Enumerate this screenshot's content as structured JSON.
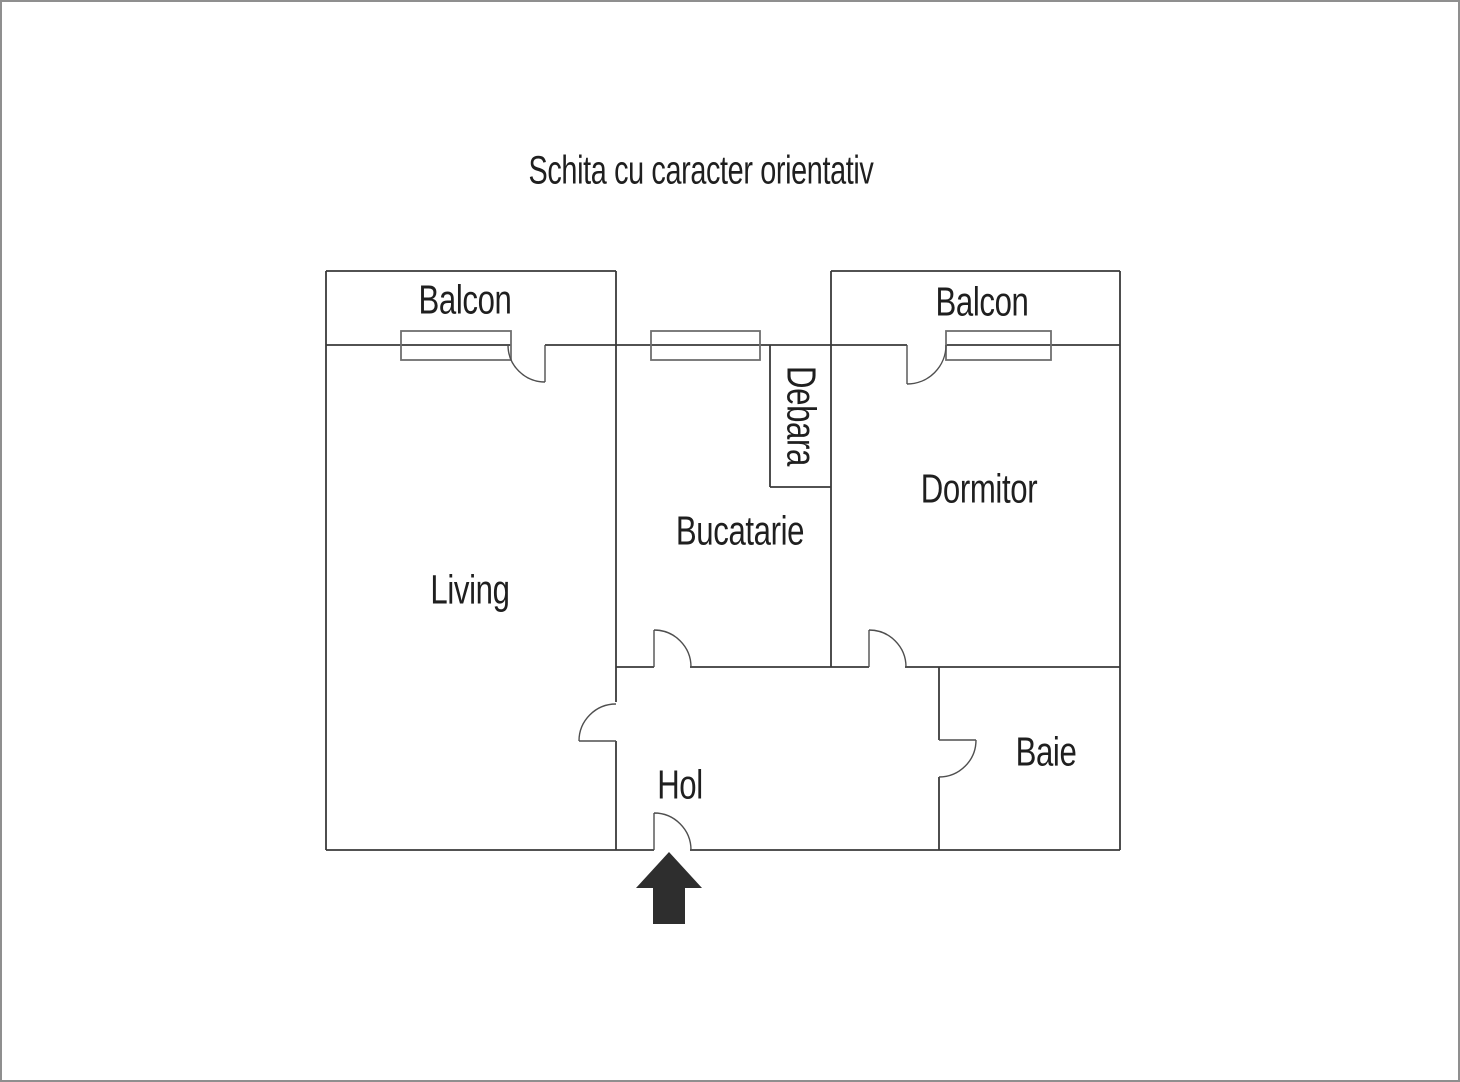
{
  "title": "Schita cu caracter orientativ",
  "floorplan": {
    "rooms": [
      {
        "name": "balcon-left",
        "label": "Balcon"
      },
      {
        "name": "balcon-right",
        "label": "Balcon"
      },
      {
        "name": "living",
        "label": "Living"
      },
      {
        "name": "bucatarie",
        "label": "Bucatarie"
      },
      {
        "name": "debara",
        "label": "Debara",
        "orientation": "vertical"
      },
      {
        "name": "dormitor",
        "label": "Dormitor"
      },
      {
        "name": "hol",
        "label": "Hol"
      },
      {
        "name": "baie",
        "label": "Baie"
      }
    ],
    "entrance_arrow": "up",
    "colors": {
      "wall": "#3a3a3a",
      "window_frame": "#6f6f6f",
      "door_swing": "#4f4f4f",
      "arrow": "#2e2e2e",
      "text": "#1f1f1f",
      "page_border": "#8f8f8f",
      "background": "#ffffff"
    }
  }
}
